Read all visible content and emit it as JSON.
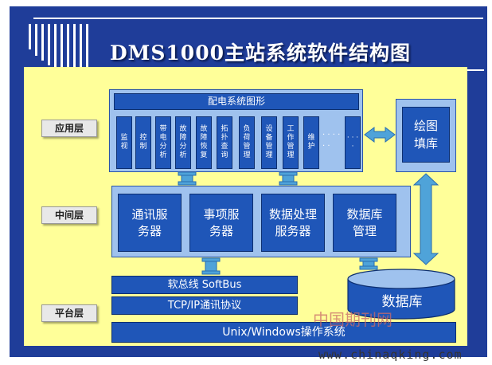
{
  "title": "DMS1000主站系统软件结构图",
  "layers": {
    "application": "应用层",
    "middle": "中间层",
    "platform": "平台层"
  },
  "application": {
    "header": "配电系统图形",
    "modules": [
      "监视",
      "控制",
      "带电分析",
      "故障分析",
      "故障恢复",
      "拓扑查询",
      "负荷管理",
      "设备管理",
      "工作管理",
      "维护"
    ],
    "ellipsis": ". . . . . ."
  },
  "graphics_box": "绘图填库",
  "services": [
    "通讯服务器",
    "事项服务器",
    "数据处理服务器",
    "数据库管理"
  ],
  "platform": {
    "softbus": "软总线 SoftBus",
    "tcpip": "TCP/IP通讯协议",
    "os": "Unix/Windows操作系统"
  },
  "database": "数据库",
  "watermark": {
    "cn": "中国期刊网",
    "url": "www.chinaqking.com"
  },
  "colors": {
    "background": "#1f3d99",
    "panel": "#ffff99",
    "box": "#1f56b8",
    "frame": "#9fc2ee",
    "arrow": "#4fa3d9"
  }
}
